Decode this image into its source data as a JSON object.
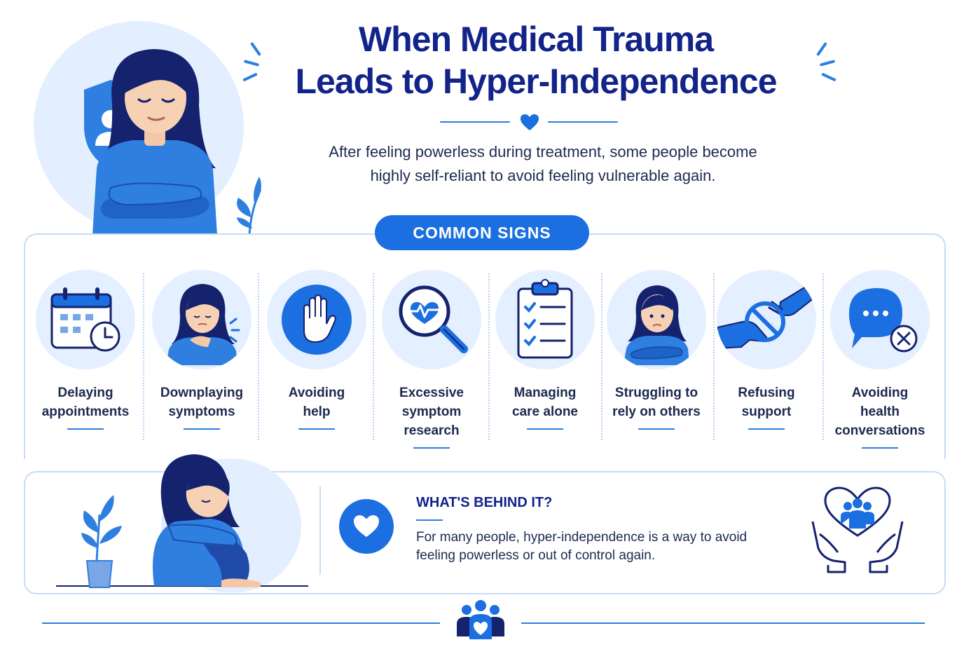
{
  "header": {
    "title_line1": "When Medical Trauma",
    "title_line2": "Leads to Hyper-Independence",
    "subtitle_line1": "After feeling powerless during treatment, some people become",
    "subtitle_line2": "highly self-reliant to avoid feeling vulnerable again."
  },
  "signs": {
    "heading": "COMMON SIGNS",
    "items": [
      {
        "line1": "Delaying",
        "line2": "appointments",
        "line3": "",
        "icon": "calendar-clock-icon"
      },
      {
        "line1": "Downplaying",
        "line2": "symptoms",
        "line3": "",
        "icon": "woman-pain-icon"
      },
      {
        "line1": "Avoiding",
        "line2": "help",
        "line3": "",
        "icon": "stop-hand-icon"
      },
      {
        "line1": "Excessive",
        "line2": "symptom",
        "line3": "research",
        "icon": "magnifier-heartbeat-icon"
      },
      {
        "line1": "Managing",
        "line2": "care alone",
        "line3": "",
        "icon": "clipboard-checklist-icon"
      },
      {
        "line1": "Struggling to",
        "line2": "rely on others",
        "line3": "",
        "icon": "woman-worried-icon"
      },
      {
        "line1": "Refusing",
        "line2": "support",
        "line3": "",
        "icon": "refused-hand-icon"
      },
      {
        "line1": "Avoiding",
        "line2": "health",
        "line3": "conversations",
        "icon": "chat-bubble-x-icon"
      }
    ]
  },
  "behind": {
    "title": "WHAT'S BEHIND IT?",
    "text_line1": "For many people, hyper-independence is a way to avoid",
    "text_line2": "feeling powerless or out of control again."
  },
  "colors": {
    "primary": "#1b6fe0",
    "navy": "#12238a",
    "light": "#e4efff",
    "border": "#c7dcf7"
  }
}
